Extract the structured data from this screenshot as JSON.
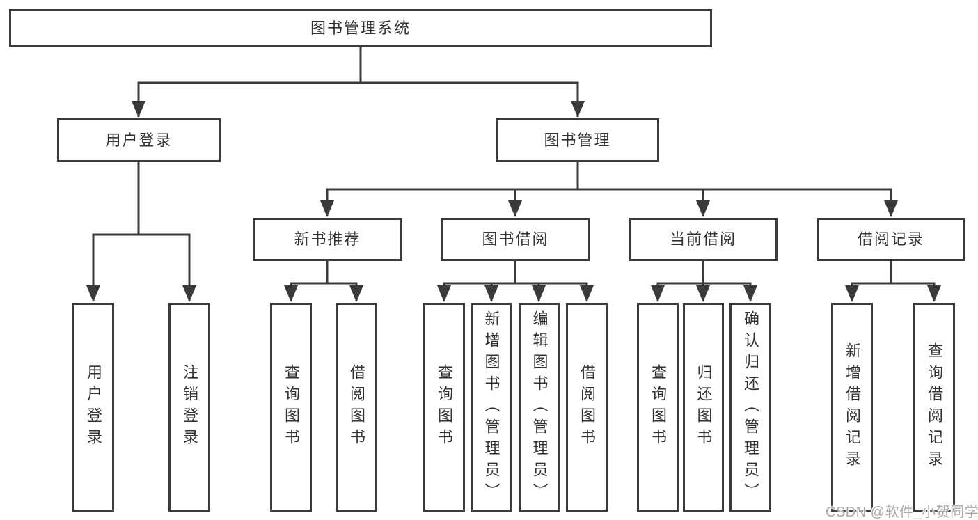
{
  "tree": {
    "label": "图书管理系统",
    "children": [
      {
        "label": "用户登录",
        "children": [
          {
            "label": "用户登录"
          },
          {
            "label": "注销登录"
          }
        ]
      },
      {
        "label": "图书管理",
        "children": [
          {
            "label": "新书推荐",
            "children": [
              {
                "label": "查询图书"
              },
              {
                "label": "借阅图书"
              }
            ]
          },
          {
            "label": "图书借阅",
            "children": [
              {
                "label": "查询图书"
              },
              {
                "label": "新增图书（管理员）"
              },
              {
                "label": "编辑图书（管理员）"
              },
              {
                "label": "借阅图书"
              }
            ]
          },
          {
            "label": "当前借阅",
            "children": [
              {
                "label": "查询图书"
              },
              {
                "label": "归还图书"
              },
              {
                "label": "确认归还（管理员）"
              }
            ]
          },
          {
            "label": "借阅记录",
            "children": [
              {
                "label": "新增借阅记录"
              },
              {
                "label": "查询借阅记录"
              }
            ]
          }
        ]
      }
    ]
  },
  "watermark": {
    "text": "CSDN @软件_小贺同学"
  },
  "colors": {
    "line": "#3a3a3a",
    "border": "#3a3a3a",
    "text": "#333333",
    "background": "#ffffff",
    "watermark": "#a8a8a8"
  }
}
